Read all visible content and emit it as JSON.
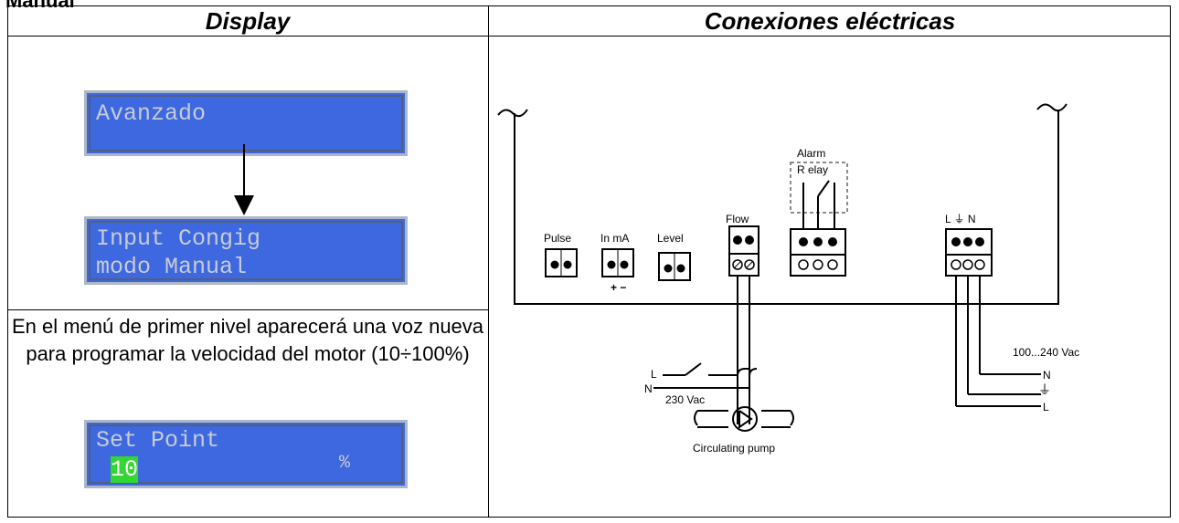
{
  "cutoff_text": "Manual",
  "headers": {
    "display": "Display",
    "connections": "Conexiones eléctricas"
  },
  "lcd_screens": [
    {
      "line1": "Avanzado",
      "line2": ""
    },
    {
      "line1": "Input Congig",
      "line2": "modo Manual"
    },
    {
      "line1": "Set Point",
      "value": "10",
      "unit": "%"
    }
  ],
  "description": "En el menú de primer nivel aparecerá una voz nueva para programar la velocidad del motor (10÷100%)",
  "diagram": {
    "terminals": {
      "pulse": "Pulse",
      "in_ma": "In mA",
      "in_ma_polarity": "+ −",
      "level": "Level",
      "flow": "Flow",
      "alarm": "Alarm",
      "relay": "R elay",
      "power": "L ⏚ N"
    },
    "supply_voltage": "100...240 Vac",
    "supply_lines": [
      "N",
      "⏚",
      "L"
    ],
    "pump_lines": [
      "L",
      "N"
    ],
    "pump_voltage": "230 Vac",
    "pump_label": "Circulating pump"
  }
}
